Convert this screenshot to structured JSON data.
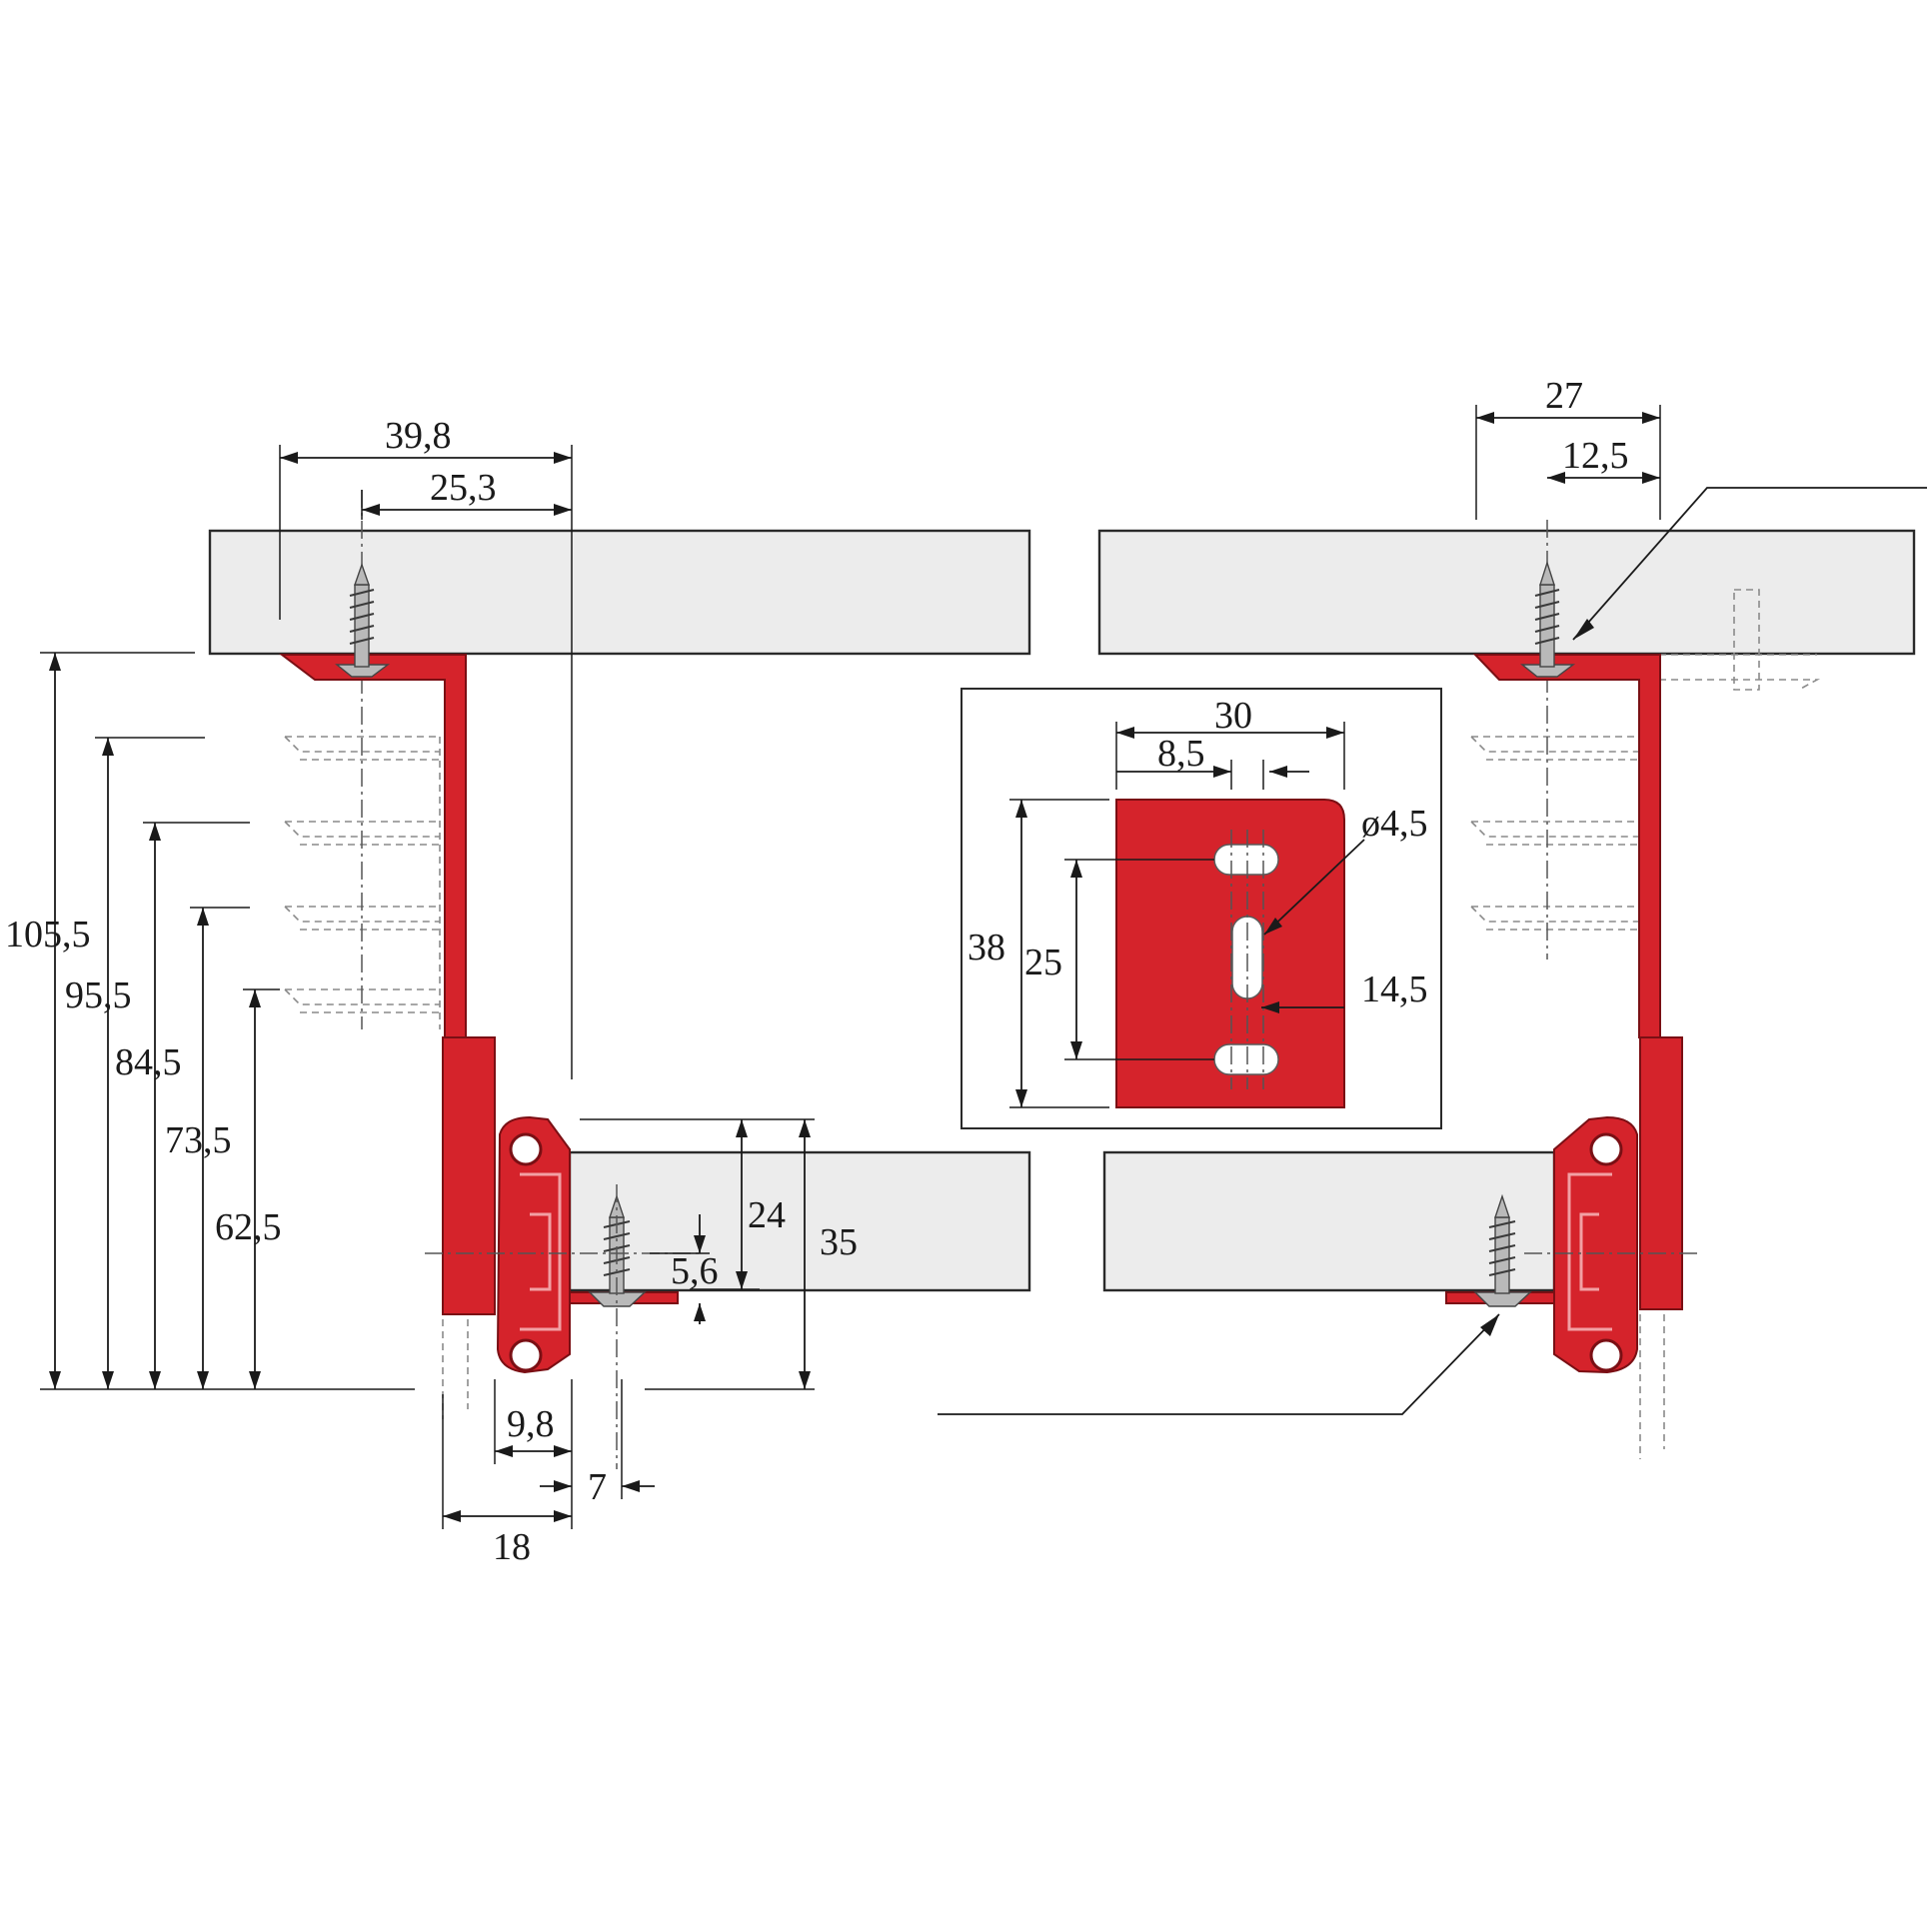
{
  "labels": {
    "top_total_width": "39,8",
    "top_screw_offset": "25,3",
    "right_top_width": "27",
    "right_screw_offset": "12,5",
    "height_total": "105,5",
    "height_4": "95,5",
    "height_3": "84,5",
    "height_2": "73,5",
    "height_1": "62,5",
    "slide_height": "24",
    "slide_total_height": "35",
    "flange_thickness": "5,6",
    "rail_width": "9,8",
    "screw_offset_bottom": "7",
    "side_width": "18",
    "bracket_width": "30",
    "slot_offset": "8,5",
    "bracket_height": "38",
    "slot_pitch": "25",
    "hole_diameter": "ø4,5",
    "hole_offset": "14,5"
  },
  "colors": {
    "bracket": "#d5232b",
    "board": "#ececec",
    "line": "#1a1a1a"
  }
}
